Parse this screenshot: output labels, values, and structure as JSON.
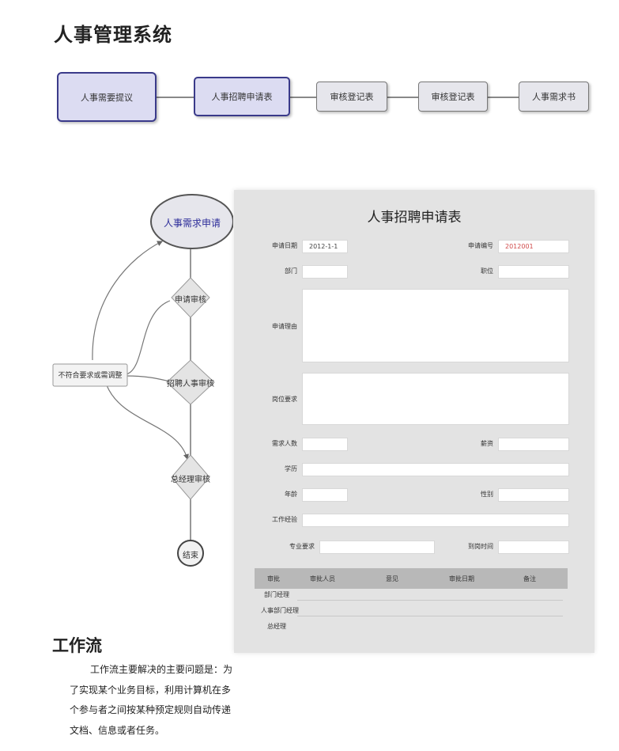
{
  "page": {
    "title": "人事管理系统"
  },
  "steps": [
    {
      "label": "人事需要提议"
    },
    {
      "label": "人事招聘申请表"
    },
    {
      "label": "审核登记表"
    },
    {
      "label": "审核登记表"
    },
    {
      "label": "人事需求书"
    }
  ],
  "flow": {
    "start": "人事需求申请",
    "d1": "申请审核",
    "d2": "招聘人事审核",
    "d3": "总经理审核",
    "end": "结束",
    "side": "不符合要求或需调整"
  },
  "form": {
    "title": "人事招聘申请表",
    "fields": {
      "apply_date_label": "申请日期",
      "apply_date_value": "2012-1-1",
      "apply_no_label": "申请编号",
      "apply_no_value": "2012001",
      "dept_label": "部门",
      "position_label": "职位",
      "reason_label": "申请理由",
      "requirement_label": "岗位要求",
      "count_label": "需求人数",
      "salary_label": "薪资",
      "edu_label": "学历",
      "age_label": "年龄",
      "gender_label": "性别",
      "exp_label": "工作经验",
      "major_label": "专业要求",
      "start_label": "到岗时间"
    },
    "approval": {
      "headers": [
        "审批",
        "审批人员",
        "意见",
        "审批日期",
        "备注"
      ],
      "rows": [
        "部门经理",
        "人事部门经理",
        "总经理"
      ]
    }
  },
  "workflow": {
    "title": "工作流",
    "text": "工作流主要解决的主要问题是：为了实现某个业务目标，利用计算机在多个参与者之间按某种预定规则自动传递文档、信息或者任务。"
  }
}
